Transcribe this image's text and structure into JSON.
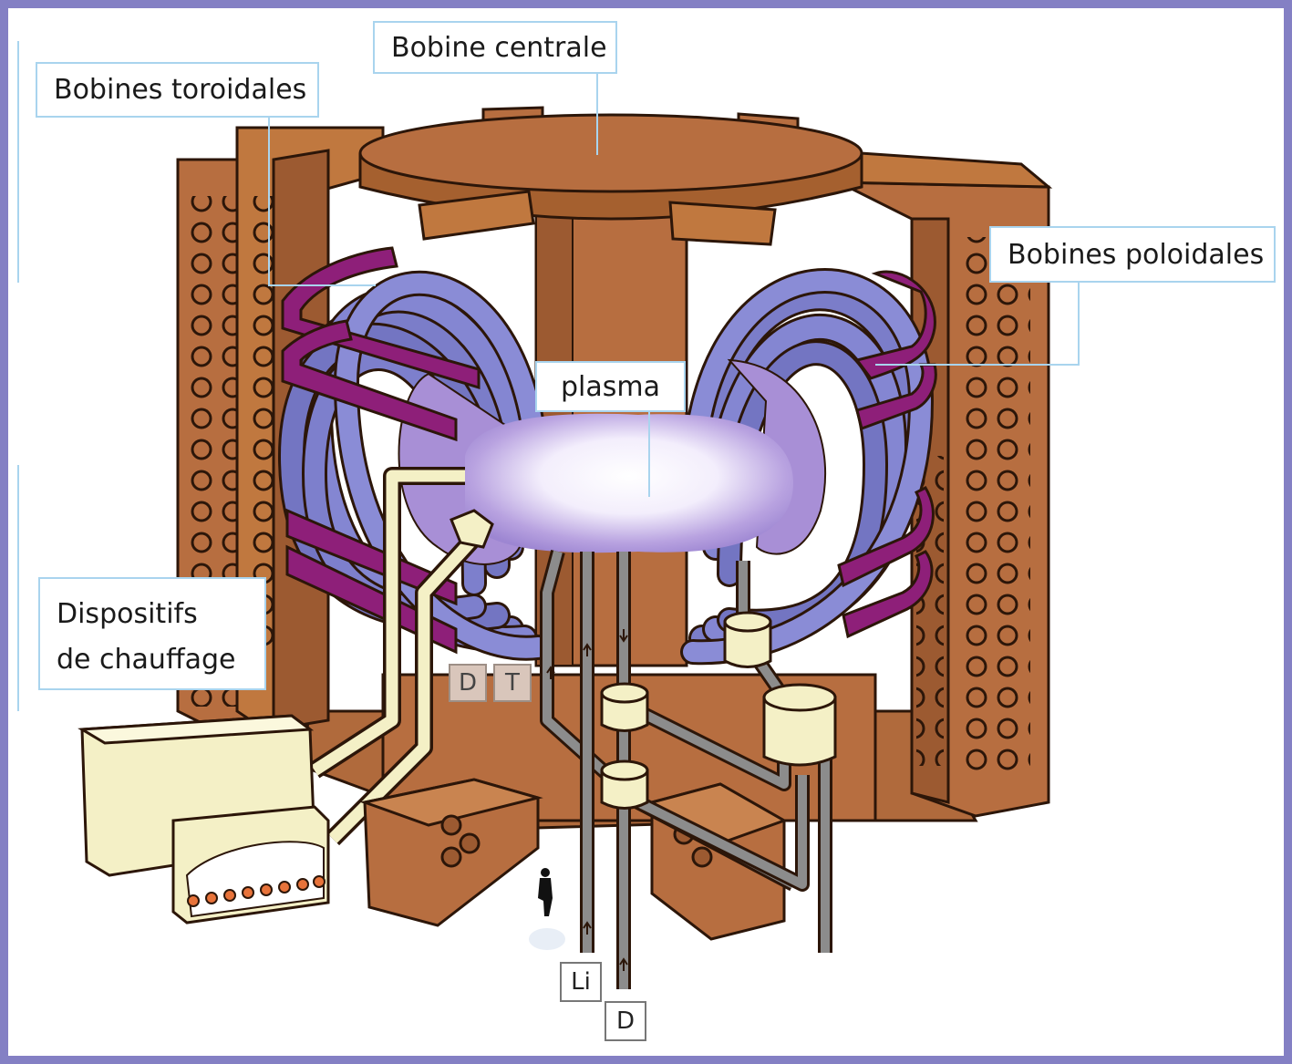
{
  "labels": {
    "bobine_centrale": "Bobine centrale",
    "bobines_toroidales": "Bobines toroidales",
    "bobines_poloidales": "Bobines poloidales",
    "plasma": "plasma",
    "dispositifs_line1": "Dispositifs",
    "dispositifs_line2": "de chauffage"
  },
  "fuel_tags": {
    "deuterium": "D",
    "tritium": "T",
    "lithium_inlet": "Li",
    "deuterium_inlet": "D"
  },
  "colors": {
    "frame_border": "#8480c4",
    "structure_brown": "#b76e40",
    "coil_blue": "#7b7dc9",
    "poloidal_purple": "#8e1f79",
    "plasma_violet": "#a88fd6",
    "heater_cream": "#f4f0c6",
    "pipe_gray": "#8c8c8c",
    "callout_line": "#a9d4ee"
  }
}
